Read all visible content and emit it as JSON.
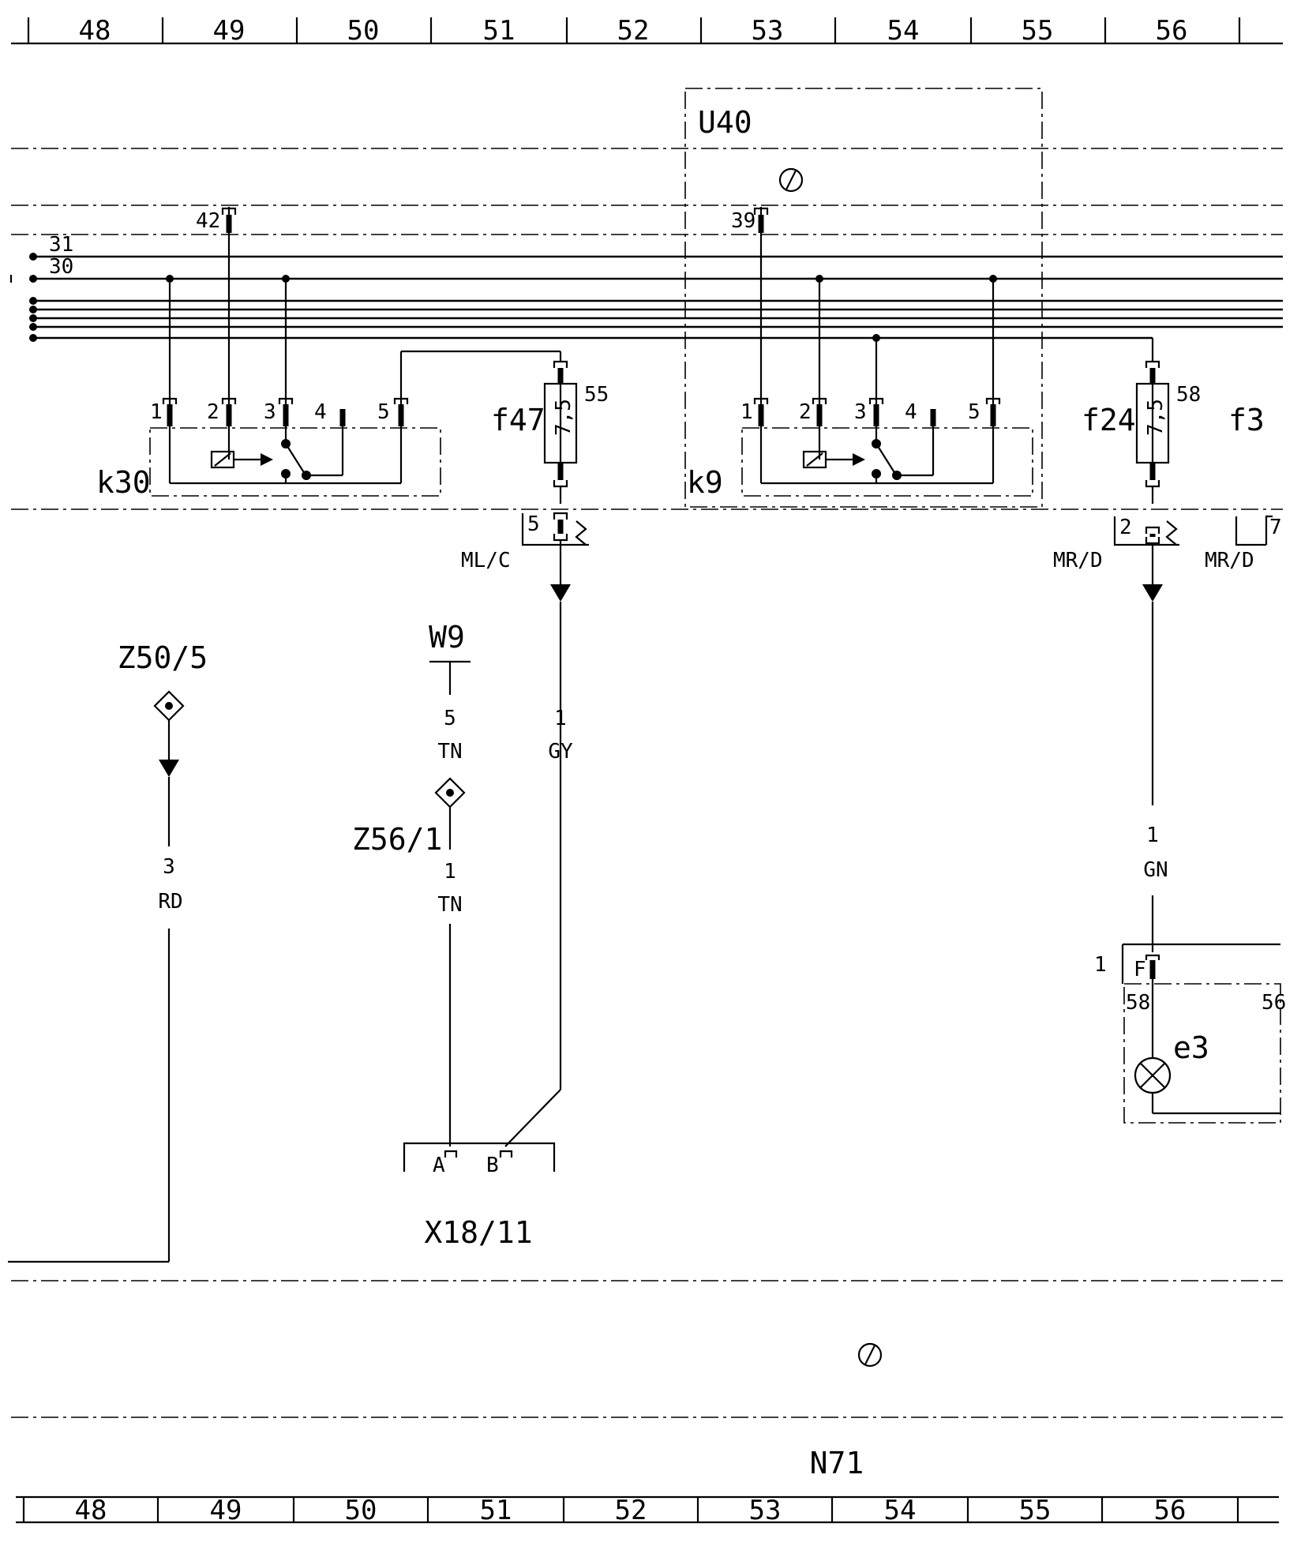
{
  "columns": [
    "48",
    "49",
    "50",
    "51",
    "52",
    "53",
    "54",
    "55",
    "56"
  ],
  "bus": {
    "line31": "31",
    "line30": "30"
  },
  "modules": {
    "u40": "U40",
    "n71": "N71"
  },
  "relays": {
    "k30": {
      "name": "k30",
      "pins": [
        "1",
        "2",
        "3",
        "4",
        "5"
      ]
    },
    "k9": {
      "name": "k9",
      "pins": [
        "1",
        "2",
        "3",
        "4",
        "5"
      ]
    }
  },
  "fuses": {
    "f47": {
      "name": "f47",
      "rating": "7,5",
      "terminal": "55"
    },
    "f24": {
      "name": "f24",
      "rating": "7,5",
      "terminal": "58"
    },
    "f3": {
      "name": "f3"
    }
  },
  "terminals": {
    "t42": "42",
    "t39": "39"
  },
  "connectors": {
    "mlc": {
      "name": "ML/C",
      "pin": "5"
    },
    "mrd": {
      "name": "MR/D",
      "pin": "2"
    },
    "mrd2": {
      "name": "MR/D",
      "pin": "7"
    },
    "w9": "W9",
    "x18_11": {
      "name": "X18/11",
      "pinA": "A",
      "pinB": "B"
    }
  },
  "splices": {
    "z50_5": "Z50/5",
    "z56_1": "Z56/1"
  },
  "wires": {
    "rd": {
      "num": "3",
      "color": "RD"
    },
    "tn_top": {
      "num": "5",
      "color": "TN"
    },
    "tn_bot": {
      "num": "1",
      "color": "TN"
    },
    "gy": {
      "num": "1",
      "color": "GY"
    },
    "gn": {
      "num": "1",
      "color": "GN"
    }
  },
  "lamp": {
    "name": "e3",
    "pin_f": "F",
    "pin_num": "1",
    "t58": "58",
    "t56": "56"
  }
}
